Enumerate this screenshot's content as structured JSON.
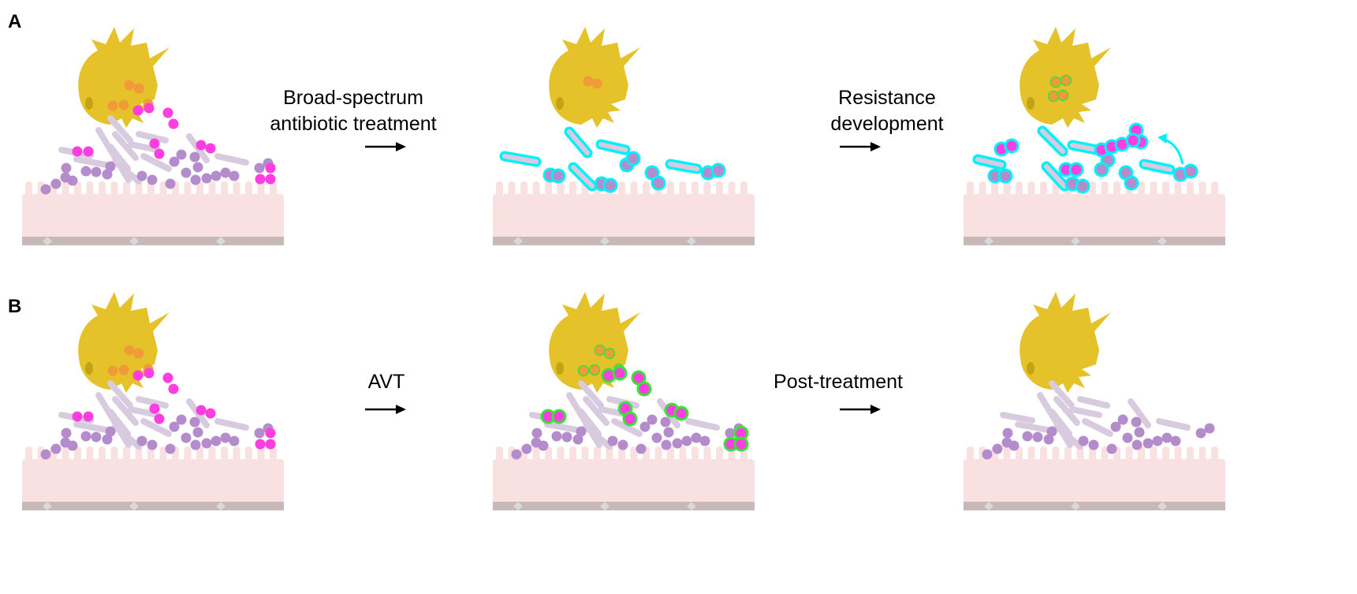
{
  "panels": {
    "A": {
      "letter": "A",
      "step1": {
        "line1": "Broad-spectrum",
        "line2": "antibiotic treatment"
      },
      "step2": {
        "line1": "Resistance",
        "line2": "development"
      }
    },
    "B": {
      "letter": "B",
      "step1": {
        "line1": "AVT"
      },
      "step2": {
        "line1": "Post-treatment"
      }
    }
  },
  "colors": {
    "cell": "#e5c12a",
    "nucleus": "#c3a214",
    "engulfed": "#f09a3a",
    "pathogen": "#ff3de0",
    "commensal_cocci": "#b48ccc",
    "commensal_rod": "#d8cbe0",
    "antibiotic_resistance": "#00f0f8",
    "avt_target": "#36e336",
    "epithelium": "#f9e1e1",
    "epithelium_base": "#c9b8b8"
  }
}
